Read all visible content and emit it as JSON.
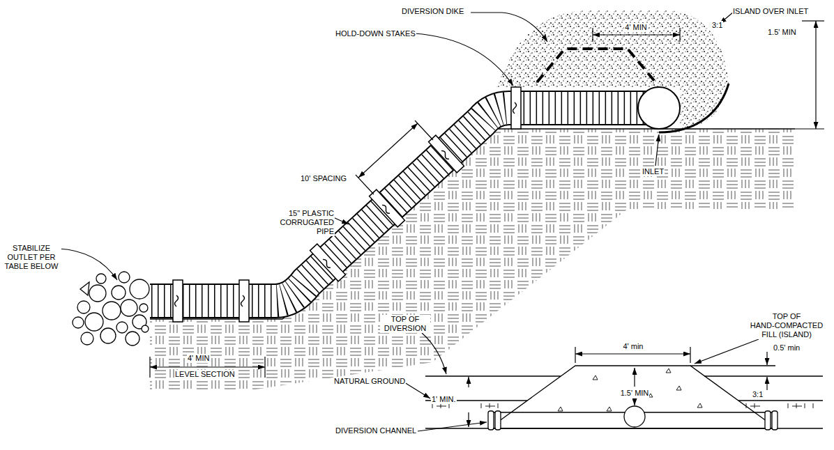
{
  "diagram": {
    "labels": [
      "DIVERSION DIKE",
      "4' MIN",
      "ISLAND OVER INLET",
      "3:1",
      "1.5' MIN",
      "HOLD-DOWN STAKES",
      "10' SPACING",
      "INLET",
      "15\" PLASTIC CORRUGATED PIPE",
      "STABILIZE OUTLET PER TABLE BELOW",
      "4' MIN",
      "LEVEL SECTION",
      "TOP OF HAND-COMPACTED FILL (ISLAND)",
      "4' min",
      "0.5' min",
      "TOP OF DIVERSION",
      "NATURAL GROUND",
      "1' MIN.",
      "1.5' MIN",
      "3:1",
      "DIVERSION CHANNEL"
    ]
  }
}
